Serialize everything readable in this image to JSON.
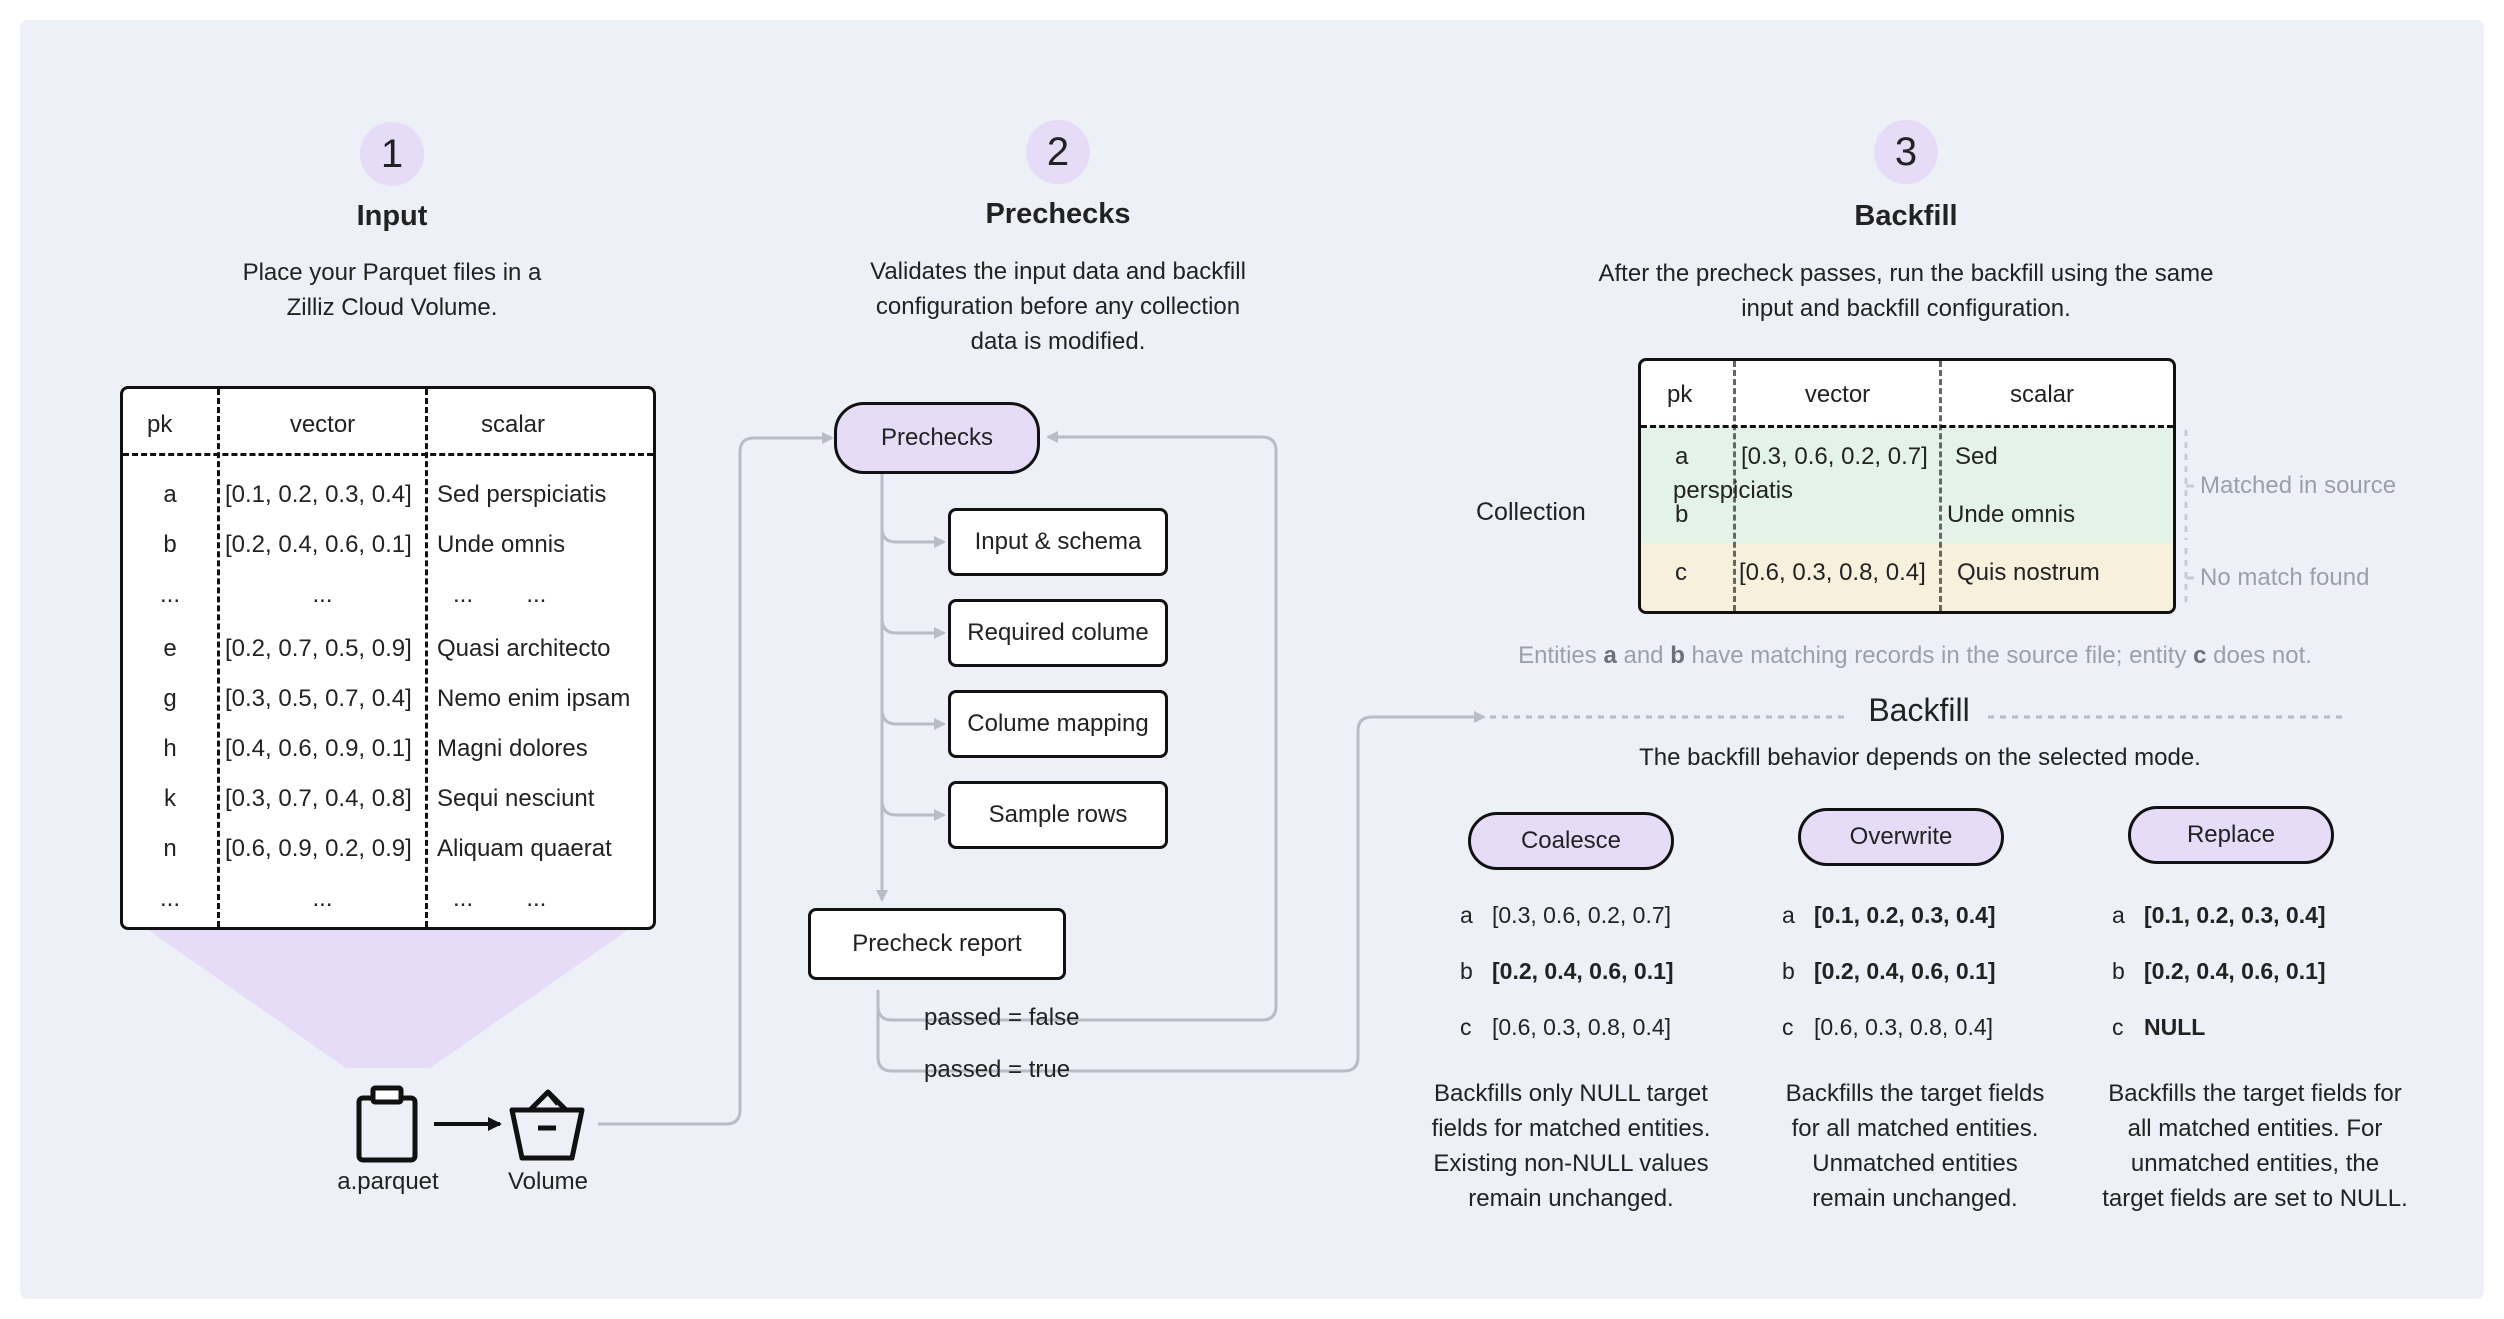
{
  "steps": [
    {
      "number": "1",
      "title": "Input",
      "desc_lines": [
        "Place your Parquet files in a",
        "Zilliz Cloud Volume."
      ]
    },
    {
      "number": "2",
      "title": "Prechecks",
      "desc_lines": [
        "Validates the input data and backfill",
        "configuration before any collection",
        "data is modified."
      ]
    },
    {
      "number": "3",
      "title": "Backfill",
      "desc_lines": [
        "After the precheck passes, run the backfill using the same",
        "input and backfill configuration."
      ]
    }
  ],
  "input_table": {
    "headers": [
      "pk",
      "vector",
      "scalar"
    ],
    "rows": [
      [
        "a",
        "[0.1, 0.2, 0.3, 0.4]",
        "Sed perspiciatis"
      ],
      [
        "b",
        "[0.2, 0.4, 0.6, 0.1]",
        "Unde omnis"
      ],
      [
        "...",
        "...",
        "...        ..."
      ],
      [
        "e",
        "[0.2, 0.7, 0.5, 0.9]",
        "Quasi architecto"
      ],
      [
        "g",
        "[0.3, 0.5, 0.7, 0.4]",
        "Nemo enim ipsam"
      ],
      [
        "h",
        "[0.4, 0.6, 0.9, 0.1]",
        "Magni dolores"
      ],
      [
        "k",
        "[0.3, 0.7, 0.4, 0.8]",
        "Sequi nesciunt"
      ],
      [
        "n",
        "[0.6, 0.9, 0.2, 0.9]",
        "Aliquam quaerat"
      ],
      [
        "...",
        "...",
        "...        ..."
      ]
    ]
  },
  "files": {
    "file_label": "a.parquet",
    "volume_label": "Volume"
  },
  "prechecks": {
    "main": "Prechecks",
    "items": [
      "Input & schema",
      "Required colume",
      "Colume mapping",
      "Sample rows"
    ],
    "report": "Precheck report",
    "fail": "passed = false",
    "pass": "passed = true"
  },
  "collection": {
    "label": "Collection",
    "headers": [
      "pk",
      "vector",
      "scalar"
    ],
    "row_a_pk": "a",
    "row_a_vector": "[0.3, 0.6, 0.2, 0.7]",
    "row_a_scalar": "Sed",
    "row_a_overflow": "perspiciatis",
    "row_b_pk": "b",
    "row_b_scalar": "Unde omnis",
    "row_c_pk": "c",
    "row_c_vector": "[0.6, 0.3, 0.8, 0.4]",
    "row_c_scalar": "Quis nostrum",
    "matched_label": "Matched in source",
    "nomatch_label": "No match found",
    "note_pre": "Entities ",
    "note_a": "a",
    "note_and": " and ",
    "note_b": "b",
    "note_mid": " have matching records in the source file; entity ",
    "note_c": "c",
    "note_end": " does not."
  },
  "backfill": {
    "title": "Backfill",
    "subtitle": "The backfill behavior depends on the selected mode.",
    "modes": [
      {
        "name": "Coalesce",
        "rows": [
          [
            "a",
            "[0.3, 0.6, 0.2, 0.7]"
          ],
          [
            "b",
            "[0.2, 0.4, 0.6, 0.1]"
          ],
          [
            "c",
            "[0.6, 0.3, 0.8, 0.4]"
          ]
        ],
        "desc_lines": [
          "Backfills only NULL target",
          "fields for matched entities.",
          "Existing non-NULL values",
          "remain unchanged."
        ]
      },
      {
        "name": "Overwrite",
        "rows": [
          [
            "a",
            "[0.1, 0.2, 0.3, 0.4]"
          ],
          [
            "b",
            "[0.2, 0.4, 0.6, 0.1]"
          ],
          [
            "c",
            "[0.6, 0.3, 0.8, 0.4]"
          ]
        ],
        "desc_lines": [
          "Backfills the target fields",
          "for all matched entities.",
          "Unmatched entities",
          "remain unchanged."
        ]
      },
      {
        "name": "Replace",
        "rows": [
          [
            "a",
            "[0.1, 0.2, 0.3, 0.4]"
          ],
          [
            "b",
            "[0.2, 0.4, 0.6, 0.1]"
          ],
          [
            "c",
            "NULL"
          ]
        ],
        "desc_lines": [
          "Backfills the target fields for",
          "all matched entities. For",
          "unmatched entities, the",
          "target fields are set to NULL."
        ]
      }
    ]
  },
  "colors": {
    "accent": "#e6dcf8",
    "matched": "#e4f3ea",
    "nomatch": "#f7f0dc",
    "connector": "#b8bcc6"
  }
}
